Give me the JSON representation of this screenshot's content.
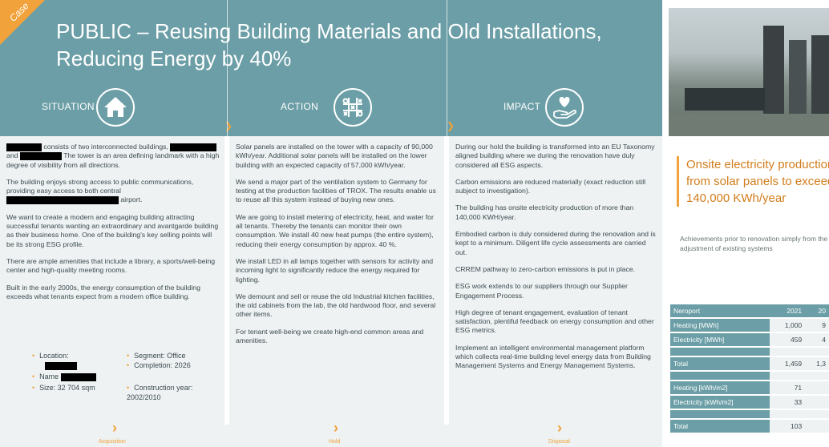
{
  "case_label": "Case",
  "title": "PUBLIC – Reusing Building Materials and Old Installations,\nReducing Energy by 40%",
  "sections": {
    "situation": "SITUATION",
    "action": "ACTION",
    "impact": "IMPACT"
  },
  "situation": {
    "p1a": "consists of two interconnected buildings,",
    "p1b": "and",
    "p1c": "The tower is an area defining landmark with a high degree of visibility from all directions.",
    "p2a": "The building enjoys strong access to public communications, providing easy access to both central",
    "p2b": "airport.",
    "p3": "We want to create a modern and engaging building attracting successful tenants wanting an extraordinary and avantgarde building as their business home. One of the building's key selling points will be its strong ESG profile.",
    "p4": "There are ample amenities that include a library, a sports/well-being center and high-quality meeting rooms.",
    "p5": "Built in the early 2000s, the energy consumption of the building exceeds what tenants expect from a modern office building.",
    "bullets": {
      "location": "Location:",
      "name": "Name",
      "size": "Size: 32 704 sqm",
      "segment": "Segment: Office",
      "completion": "Completion: 2026",
      "construction": "Construction year: 2002/2010"
    }
  },
  "action": {
    "p1": "Solar panels are installed on the tower with a capacity of 90,000 kWh/year. Additional solar panels will be installed on the lower building with an expected capacity of 57,000 kWh/year.",
    "p2": "We send a major part of the ventilation system to Germany for testing at the production facilities of TROX. The results enable us to reuse all this system instead of buying new ones.",
    "p3": "We are going to install metering of electricity, heat, and water for all tenants. Thereby the tenants can monitor their own consumption. We install 40 new heat pumps (the entire system), reducing their energy consumption by approx. 40 %.",
    "p4": "We install LED in all lamps together with sensors for activity and incoming light to significantly reduce the energy required for lighting.",
    "p5": "We demount and sell or reuse the old Industrial kitchen facilities, the old cabinets from the lab, the old hardwood floor, and several other items.",
    "p6": "For tenant well-being we create high-end common areas and amenities."
  },
  "impact": {
    "p1": "During our hold the building is transformed into an EU Taxonomy aligned building where we during the renovation have duly considered all ESG aspects.",
    "p2": "Carbon emissions are reduced materially (exact reduction still subject to investigation).",
    "p3": "The building has onsite electricity production of more than 140,000 KWH/year.",
    "p4": "Embodied carbon is duly considered during the renovation and is kept to a minimum. Diligent life cycle assessments are carried out.",
    "p5": "CRREM pathway to zero-carbon emissions is put in place.",
    "p6": "ESG work extends to our suppliers through our Supplier Engagement Process.",
    "p7": "High degree of tenant engagement, evaluation of tenant satisfaction, plentiful feedback on energy consumption and other ESG metrics.",
    "p8": "Implement an intelligent environmental management platform which collects real-time building level energy data from Building Management Systems and Energy Management Systems."
  },
  "phases": {
    "acquisition": "Acquisition",
    "hold": "Hold",
    "disposal": "Disposal"
  },
  "highlight": "Onsite electricity production from solar panels to exceed 140,000 KWh/year",
  "achievements": "Achievements prior to renovation simply from the adjustment of existing systems",
  "table": {
    "header": [
      "Neroport",
      "2021",
      "20"
    ],
    "rows": [
      {
        "label": "Heating [MWh]",
        "v1": "1,000",
        "v2": "9"
      },
      {
        "label": "Electricity [MWh]",
        "v1": "459",
        "v2": "4"
      },
      {
        "label": "",
        "v1": "",
        "v2": ""
      },
      {
        "label": "Total",
        "v1": "1,459",
        "v2": "1,3"
      },
      {
        "label": "",
        "v1": "",
        "v2": ""
      },
      {
        "label": "Heating [kWh/m2]",
        "v1": "71",
        "v2": ""
      },
      {
        "label": "Electricity [kWh/m2]",
        "v1": "33",
        "v2": ""
      },
      {
        "label": "",
        "v1": "",
        "v2": ""
      },
      {
        "label": "Total",
        "v1": "103",
        "v2": ""
      }
    ]
  },
  "colors": {
    "teal": "#6b9ea6",
    "orange": "#f2a23a",
    "panel": "#eef2f3"
  }
}
